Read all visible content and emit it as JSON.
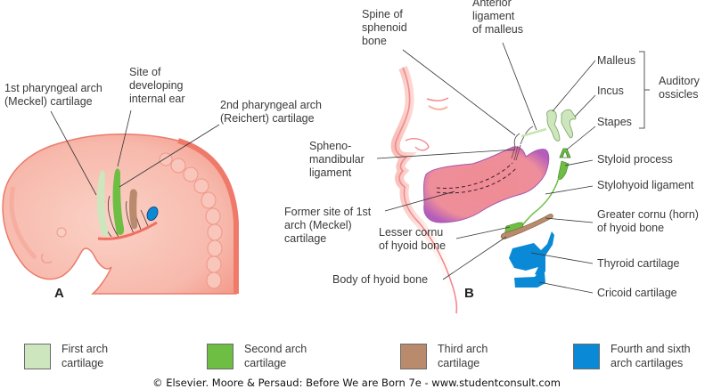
{
  "panel_a": {
    "letter": "A",
    "labels": {
      "first_arch": "1st pharyngeal arch\n(Meckel) cartilage",
      "internal_ear": "Site of\ndeveloping\ninternal ear",
      "second_arch": "2nd pharyngeal arch\n(Reichert) cartilage"
    }
  },
  "panel_b": {
    "letter": "B",
    "labels": {
      "spine_sphenoid": "Spine of\nsphenoid\nbone",
      "anterior_ligament": "Anterior\nligament\nof malleus",
      "malleus": "Malleus",
      "incus": "Incus",
      "stapes": "Stapes",
      "auditory_ossicles": "Auditory\nossicles",
      "spheno_mandibular": "Spheno-\nmandibular\nligament",
      "styloid_process": "Styloid process",
      "stylohyoid_ligament": "Stylohyoid ligament",
      "former_site": "Former site of 1st\narch (Meckel)\ncartilage",
      "lesser_cornu": "Lesser cornu\nof hyoid bone",
      "greater_cornu": "Greater cornu (horn)\nof hyoid bone",
      "body_hyoid": "Body of hyoid bone",
      "thyroid": "Thyroid cartilage",
      "cricoid": "Cricoid cartilage"
    }
  },
  "legend": [
    {
      "label": "First arch\ncartilage",
      "color": "#cde6bd"
    },
    {
      "label": "Second arch\ncartilage",
      "color": "#6fbe44"
    },
    {
      "label": "Third arch\ncartilage",
      "color": "#b98b6c"
    },
    {
      "label": "Fourth and sixth\narch cartilages",
      "color": "#0a8ad6"
    }
  ],
  "colors": {
    "embryo_skin": "#f6b3a6",
    "embryo_edge": "#ee7f70",
    "mandible": "#ee8e9a",
    "mandible_edge": "#b15bb5",
    "first_arch": "#cde6bd",
    "second_arch": "#6fbe44",
    "third_arch": "#b98b6c",
    "fourth_arch": "#0a8ad6"
  },
  "copyright": "© Elsevier. Moore & Persaud: Before We are Born 7e - www.studentconsult.com"
}
